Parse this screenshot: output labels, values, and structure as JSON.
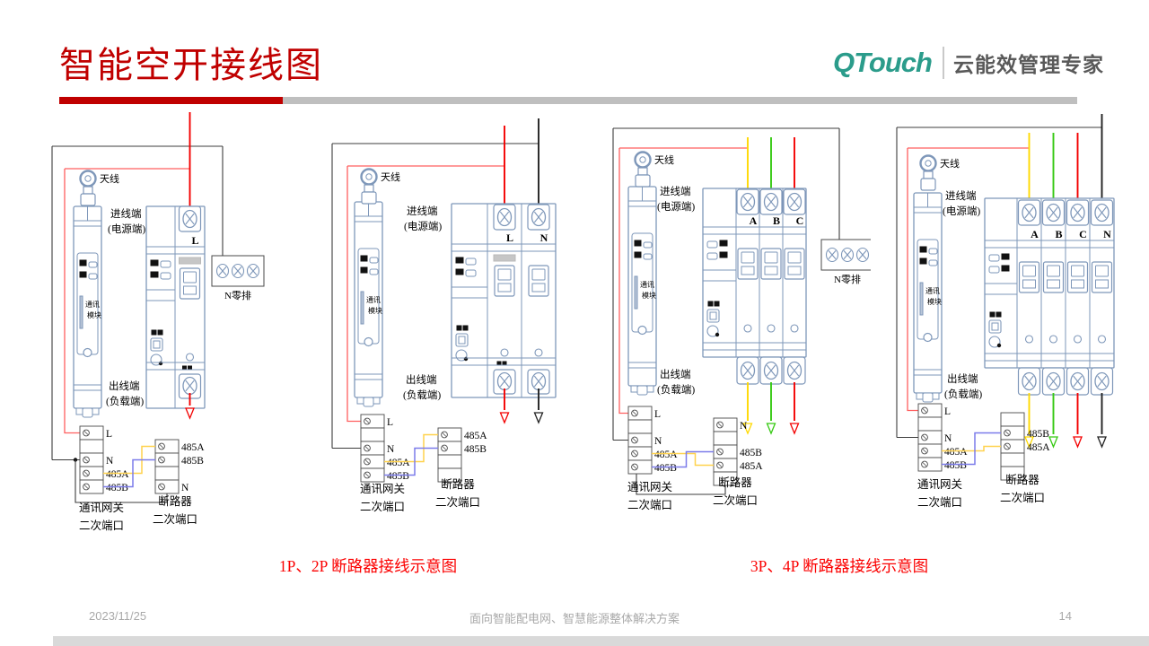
{
  "slide": {
    "title": "智能空开接线图",
    "logo": {
      "brand": "QTouch",
      "tagline": "云能效管理专家"
    },
    "captions": {
      "left": "1P、2P 断路器接线示意图",
      "right": "3P、4P 断路器接线示意图"
    },
    "footer": {
      "date": "2023/11/25",
      "center": "面向智能配电网、智慧能源整体解决方案",
      "page": "14"
    }
  },
  "colors": {
    "title_red": "#c00000",
    "caption_red": "#fb0000",
    "bar_gray": "#bfbfbf",
    "bottom_bar": "#d9d9d9",
    "logo_teal": "#2b9c8b",
    "logo_gray": "#595959",
    "device_stroke": "#7e97b9",
    "enclosure_wire": "#3c3c3c",
    "wire_red": "#f30000",
    "wire_feed_red": "#ff5f5f",
    "wire_black": "#222222",
    "wire_yellow": "#ffd900",
    "wire_green": "#36c912",
    "wire_485a_yellow": "#ffd24d",
    "wire_485b_blue": "#7b7bea"
  },
  "shared_labels": {
    "antenna": "天线",
    "incoming": [
      "进线端",
      "(电源端)"
    ],
    "outgoing": [
      "出线端",
      "(负载端)"
    ],
    "module": [
      "通讯",
      "模块"
    ],
    "neutral_bar": "N零排",
    "gateway_port": [
      "通讯网关",
      "二次端口"
    ],
    "breaker_port": [
      "断路器",
      "二次端口"
    ]
  },
  "diagrams": [
    {
      "id": "1p",
      "poles": [
        "L"
      ],
      "incoming_colors": [
        "red"
      ],
      "has_neutral_bar": true,
      "left_block": [
        "L",
        "",
        "N",
        "485A",
        "485B"
      ],
      "right_block": [
        "485A",
        "485B",
        "",
        "N"
      ]
    },
    {
      "id": "2p",
      "poles": [
        "L",
        "N"
      ],
      "incoming_colors": [
        "red",
        "black"
      ],
      "has_neutral_bar": false,
      "left_block": [
        "L",
        "",
        "N",
        "485A",
        "485B"
      ],
      "right_block": [
        "485A",
        "485B",
        "",
        ""
      ]
    },
    {
      "id": "3p",
      "poles": [
        "A",
        "B",
        "C"
      ],
      "incoming_colors": [
        "yellow",
        "green",
        "red"
      ],
      "has_neutral_bar": true,
      "left_block": [
        "L",
        "",
        "N",
        "485A",
        "485B"
      ],
      "right_block": [
        "N",
        "",
        "485B",
        "485A",
        ""
      ]
    },
    {
      "id": "4p",
      "poles": [
        "A",
        "B",
        "C",
        "N"
      ],
      "incoming_colors": [
        "yellow",
        "green",
        "red",
        "black"
      ],
      "has_neutral_bar": false,
      "left_block": [
        "L",
        "",
        "N",
        "485A",
        "485B"
      ],
      "right_block": [
        "",
        "485B",
        "485A",
        "",
        ""
      ]
    }
  ]
}
